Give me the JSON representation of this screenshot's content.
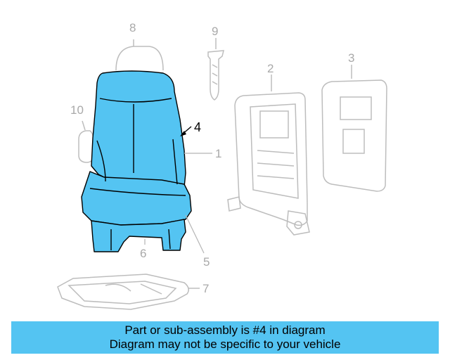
{
  "diagram": {
    "callouts": {
      "c1": "1",
      "c2": "2",
      "c3": "3",
      "c4": "4",
      "c5": "5",
      "c6": "6",
      "c7": "7",
      "c8": "8",
      "c9": "9",
      "c10": "10"
    },
    "highlight_color": "#54c4f2",
    "line_color": "#b5b5b5"
  },
  "banner": {
    "line1": "Part or sub-assembly is #4 in diagram",
    "line2": "Diagram may not be specific to your vehicle"
  }
}
